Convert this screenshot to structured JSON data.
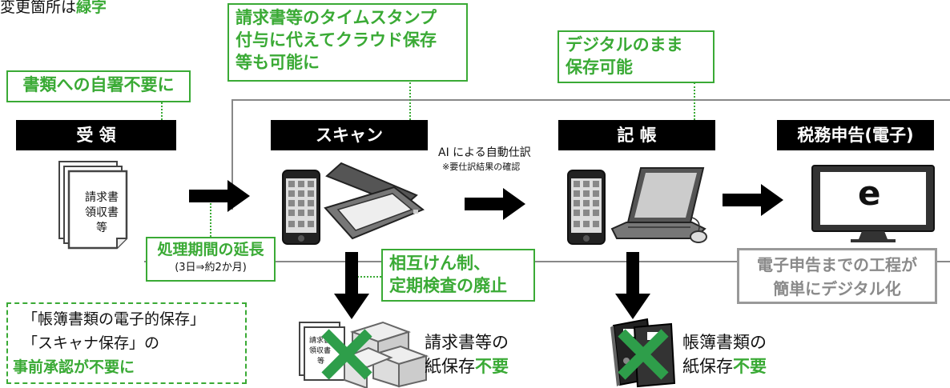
{
  "header": {
    "prefix": "変更箇所は",
    "highlight": "緑字"
  },
  "steps": {
    "receive": "受 領",
    "scan": "スキャン",
    "bookkeeping": "記 帳",
    "tax_filing": "税務申告(電子)"
  },
  "callouts": {
    "no_signature": "書類への自署不要に",
    "timestamp": [
      "請求書等のタイムスタンプ",
      "付与に代えてクラウド保存",
      "等も可能に"
    ],
    "digital_storage": [
      "デジタルのまま",
      "保存可能"
    ],
    "mutual_check": [
      "相互けん制、",
      "定期検査の廃止"
    ],
    "period_title": "処理期間の延長",
    "period_sub": "(3日⇒約2か月)",
    "digitalization": [
      "電子申告までの工程が",
      "簡単にデジタル化"
    ]
  },
  "doc_stack_label": [
    "請求書",
    "領収書",
    "等"
  ],
  "small_doc_label": [
    "請求書",
    "領収書",
    "等"
  ],
  "ai_label": {
    "line1": "AI による自動仕訳",
    "line2": "※要仕訳結果の確認"
  },
  "e_tax_icon_letter": "e",
  "approval": {
    "line1": "「帳簿書類の電子的保存」",
    "line2": "「スキャナ保存」の",
    "line3": "事前承認が不要に"
  },
  "paper_invoice": {
    "line1": "請求書等の",
    "line2_prefix": "紙保存",
    "line2_highlight": "不要"
  },
  "paper_books": {
    "line1": "帳簿書類の",
    "line2_prefix": "紙保存",
    "line2_highlight": "不要"
  },
  "colors": {
    "accent_green": "#3aaa35",
    "label_black": "#000000",
    "x_mark": "#2e9e4a",
    "gray_frame": "#888888"
  },
  "icons": [
    "document-stack-icon",
    "smartphone-icon",
    "scanner-icon",
    "laptop-icon",
    "monitor-icon",
    "arrow-right-icon",
    "arrow-down-icon",
    "boxes-icon",
    "binders-icon",
    "x-mark-icon"
  ]
}
